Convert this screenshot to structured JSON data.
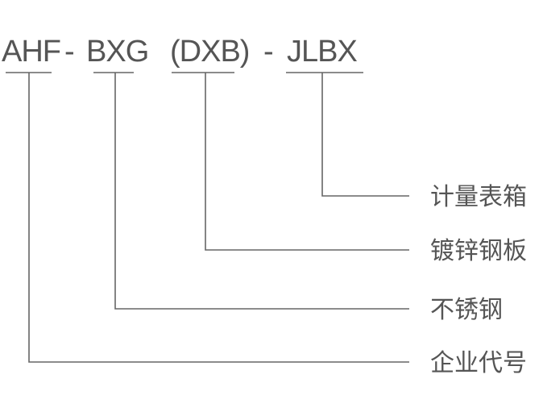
{
  "code": {
    "company": "AHF",
    "dash1": "-",
    "material": "BXG",
    "plate": "(DXB)",
    "dash2": "-",
    "box": "JLBX"
  },
  "labels": {
    "box": "计量表箱",
    "plate": "镀锌钢板",
    "material": "不锈钢",
    "company": "企业代号"
  },
  "colors": {
    "text": "#555555",
    "line": "#666666"
  }
}
